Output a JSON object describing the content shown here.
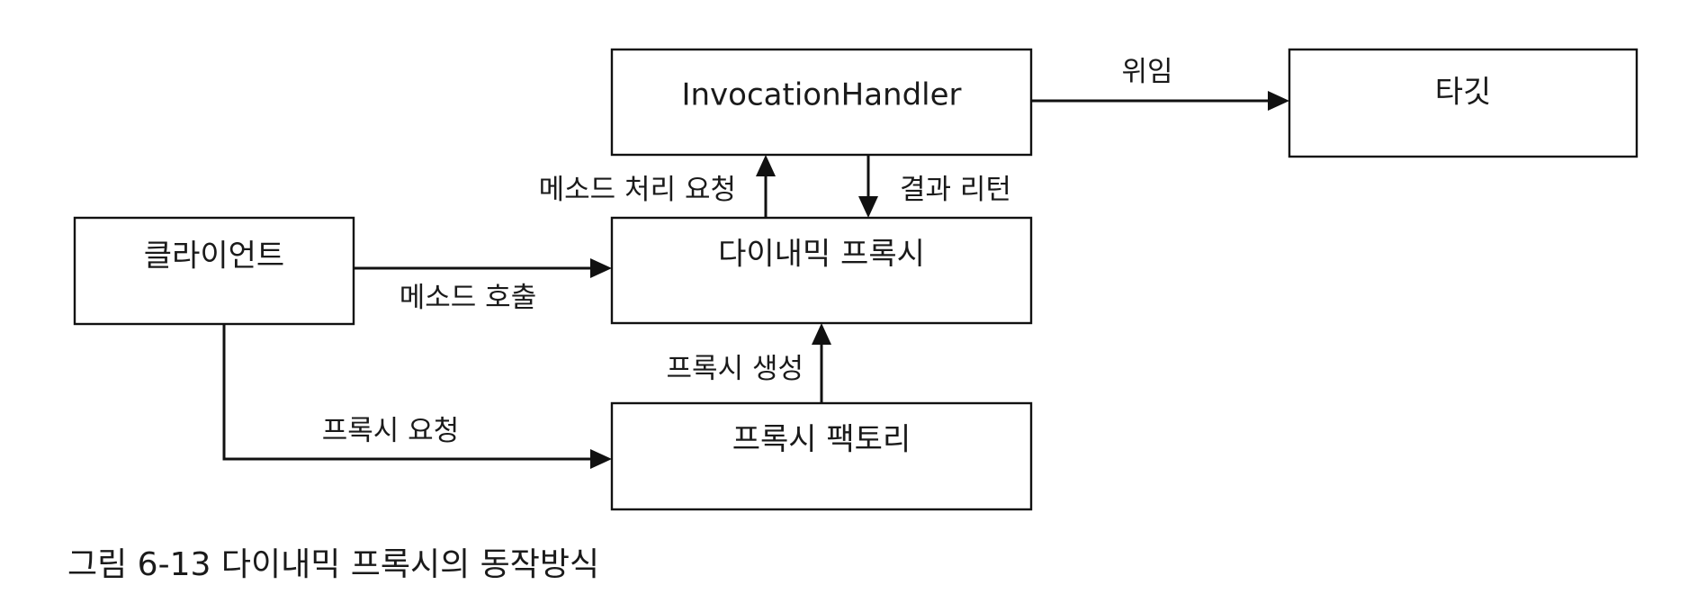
{
  "nodes": {
    "invocation_handler": "InvocationHandler",
    "target": "타깃",
    "client": "클라이언트",
    "dynamic_proxy": "다이내믹 프록시",
    "proxy_factory": "프록시 팩토리"
  },
  "edges": {
    "delegate": "위임",
    "method_processing_request": "메소드 처리 요청",
    "result_return": "결과 리턴",
    "method_call": "메소드 호출",
    "proxy_creation": "프록시 생성",
    "proxy_request": "프록시 요청"
  },
  "caption": "그림 6-13 다이내믹 프록시의 동작방식",
  "colors": {
    "stroke": "#111111",
    "text": "#1a1a1a",
    "background": "#ffffff"
  }
}
